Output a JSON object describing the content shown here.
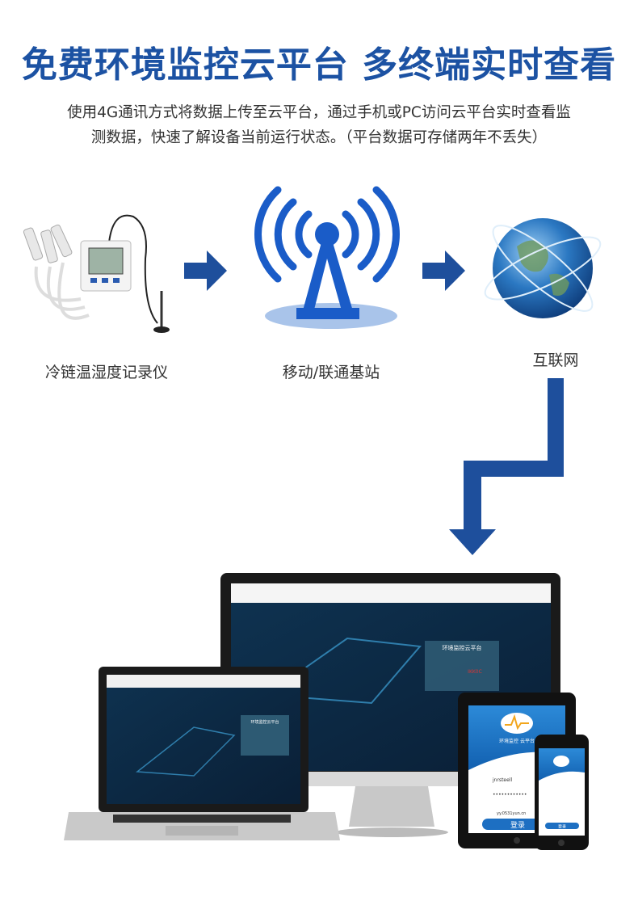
{
  "header": {
    "title": "免费环境监控云平台 多终端实时查看",
    "desc_line1": "使用4G通讯方式将数据上传至云平台，通过手机或PC访问云平台实时查看监",
    "desc_line2": "测数据，快速了解设备当前运行状态。（平台数据可存储两年不丢失）"
  },
  "flow": {
    "device_label": "冷链温湿度记录仪",
    "station_label": "移动/联通基站",
    "internet_label": "互联网"
  },
  "screens": {
    "platform_title": "环境监控云平台",
    "captcha": "IKK0C",
    "app_title": "环境监控 云平台",
    "username": "jnrsteell",
    "password": "••••••••••••",
    "server": "yy.0531yun.cn",
    "login_button": "登录"
  },
  "colors": {
    "brand": "#1c52a3",
    "arrow": "#1e4f9c"
  }
}
